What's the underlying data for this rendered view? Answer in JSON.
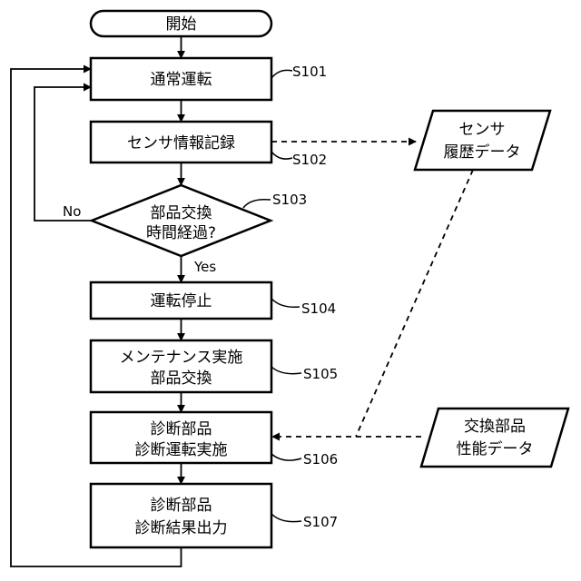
{
  "nodes": {
    "start": {
      "label": "開始"
    },
    "normal_operation": {
      "label": "通常運転",
      "step": "S101"
    },
    "sensor_record": {
      "label": "センサ情報記録",
      "step": "S102"
    },
    "decision": {
      "line1": "部品交換",
      "line2": "時間経過?",
      "step": "S103"
    },
    "stop_operation": {
      "label": "運転停止",
      "step": "S104"
    },
    "maintenance": {
      "line1": "メンテナンス実施",
      "line2": "部品交換",
      "step": "S105"
    },
    "diagnosis_run": {
      "line1": "診断部品",
      "line2": "診断運転実施",
      "step": "S106"
    },
    "diagnosis_output": {
      "line1": "診断部品",
      "line2": "診断結果出力",
      "step": "S107"
    },
    "sensor_history": {
      "line1": "センサ",
      "line2": "履歴データ"
    },
    "part_performance": {
      "line1": "交換部品",
      "line2": "性能データ"
    }
  },
  "edge_labels": {
    "no": "No",
    "yes": "Yes"
  }
}
